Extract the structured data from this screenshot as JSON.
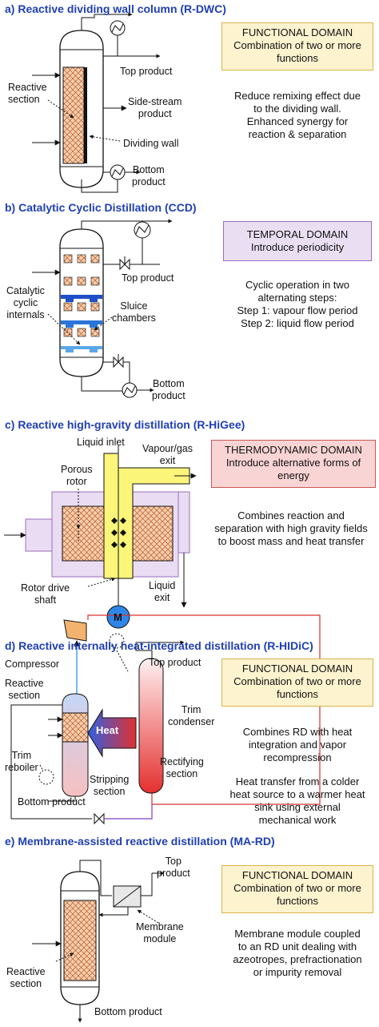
{
  "sections": {
    "a": {
      "title": "a) Reactive dividing wall column (R-DWC)",
      "labels": {
        "reactive_section": [
          "Reactive",
          "section"
        ],
        "top_product": "Top product",
        "side_stream": [
          "Side-stream",
          "product"
        ],
        "dividing_wall": "Dividing wall",
        "bottom_product": [
          "Bottom",
          "product"
        ]
      },
      "domain_box": {
        "title": "FUNCTIONAL DOMAIN",
        "subtitle": [
          "Combination of two or more",
          "functions"
        ]
      },
      "description": [
        "Reduce remixing effect due",
        "to the dividing wall.",
        "Enhanced synergy for",
        "reaction & separation"
      ]
    },
    "b": {
      "title": "b) Catalytic Cyclic Distillation (CCD)",
      "labels": {
        "top_product": "Top product",
        "catalytic": [
          "Catalytic",
          "cyclic",
          "internals"
        ],
        "sluice": [
          "Sluice",
          "chambers"
        ],
        "bottom_product": [
          "Bottom",
          "product"
        ]
      },
      "domain_box": {
        "title": "TEMPORAL DOMAIN",
        "subtitle": [
          "Introduce periodicity"
        ]
      },
      "description": [
        "Cyclic operation in two",
        "alternating steps:",
        "Step 1: vapour flow period",
        "Step 2: liquid flow period"
      ]
    },
    "c": {
      "title": "c) Reactive high-gravity distillation (R-HiGee)",
      "labels": {
        "liquid_inlet": "Liquid inlet",
        "vapour_exit": [
          "Vapour/gas",
          "exit"
        ],
        "porous_rotor": [
          "Porous",
          "rotor"
        ],
        "rotor_drive": [
          "Rotor drive",
          "shaft"
        ],
        "motor": "M",
        "liquid_exit": [
          "Liquid",
          "exit"
        ]
      },
      "domain_box": {
        "title": "THERMODYNAMIC DOMAIN",
        "subtitle": [
          "Introduce alternative forms of",
          "energy"
        ]
      },
      "description": [
        "Combines reaction and",
        "separation with high gravity fields",
        "to boost mass and heat transfer"
      ]
    },
    "d": {
      "title": "d) Reactive internally heat-integrated distillation (R-HIDiC)",
      "labels": {
        "compressor": "Compressor",
        "reactive_section": [
          "Reactive",
          "section"
        ],
        "top_product": "Top product",
        "heat": "Heat",
        "trim_condenser": [
          "Trim",
          "condenser"
        ],
        "trim_reboiler": [
          "Trim",
          "reboiler"
        ],
        "rectifying": [
          "Rectifying",
          "section"
        ],
        "stripping": [
          "Stripping",
          "section"
        ],
        "bottom_product": "Bottom product"
      },
      "domain_box": {
        "title": "FUNCTIONAL DOMAIN",
        "subtitle": [
          "Combination of two or more",
          "functions"
        ]
      },
      "description": [
        "Combines RD with heat",
        "integration and vapor",
        "recompression",
        "",
        "Heat transfer from a colder",
        "heat source to a warmer heat",
        "sink using external",
        "mechanical work"
      ]
    },
    "e": {
      "title": "e) Membrane-assisted reactive distillation (MA-RD)",
      "labels": {
        "top_product": [
          "Top",
          "product"
        ],
        "membrane": [
          "Membrane",
          "module"
        ],
        "reactive_section": [
          "Reactive",
          "section"
        ],
        "bottom_product": "Bottom product"
      },
      "domain_box": {
        "title": "FUNCTIONAL DOMAIN",
        "subtitle": [
          "Combination of two or more",
          "functions"
        ]
      },
      "description": [
        "Membrane module coupled",
        "to an RD unit dealing with",
        "azeotropes, prefractionation",
        "or impurity removal"
      ]
    }
  },
  "colors": {
    "title_blue": "#1f3fb5",
    "functional_fill": "#fdf3cf",
    "functional_border": "#d9b44a",
    "temporal_fill": "#eadff2",
    "temporal_border": "#9a6fb8",
    "thermo_fill": "#f9d4d4",
    "thermo_border": "#cc5555",
    "packing": "#f3c79e"
  }
}
